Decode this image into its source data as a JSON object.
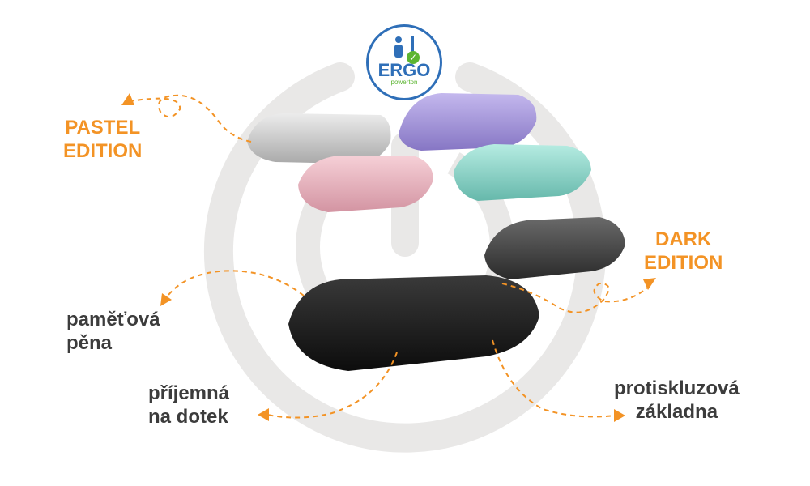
{
  "logo": {
    "brand": "ERGO",
    "sub": "powerton"
  },
  "labels": {
    "pastel": [
      "PASTEL",
      "EDITION"
    ],
    "dark": [
      "DARK",
      "EDITION"
    ],
    "foam": [
      "paměťová",
      "pěna"
    ],
    "touch": [
      "příjemná",
      "na dotek"
    ],
    "base": [
      "protiskluzová",
      "základna"
    ]
  },
  "colors": {
    "accent": "#f39325",
    "ring": "#e9e8e7",
    "logo_blue": "#2f6fb8",
    "logo_green": "#5cb531"
  },
  "pads": [
    {
      "name": "gray",
      "color": "#c9c9c9"
    },
    {
      "name": "lavender",
      "color": "#a99ad8"
    },
    {
      "name": "pink",
      "color": "#e9b2bd"
    },
    {
      "name": "mint",
      "color": "#8fd5c9"
    },
    {
      "name": "dark-gray",
      "color": "#4a4a4a"
    },
    {
      "name": "black",
      "color": "#1e1e1e"
    }
  ]
}
